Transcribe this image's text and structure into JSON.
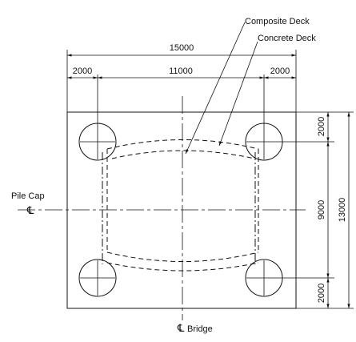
{
  "labels": {
    "composite_deck": "Composite Deck",
    "concrete_deck": "Concrete Deck",
    "pile_cap": "Pile Cap",
    "bridge": "Bridge",
    "centerline_symbol": "℄"
  },
  "dimensions": {
    "overall_width": "15000",
    "left_offset": "2000",
    "pile_spacing_x": "11000",
    "right_offset": "2000",
    "top_offset": "2000",
    "pile_spacing_y": "9000",
    "bottom_offset": "2000",
    "overall_height": "13000"
  },
  "colors": {
    "line": "#111111",
    "background": "#ffffff"
  }
}
